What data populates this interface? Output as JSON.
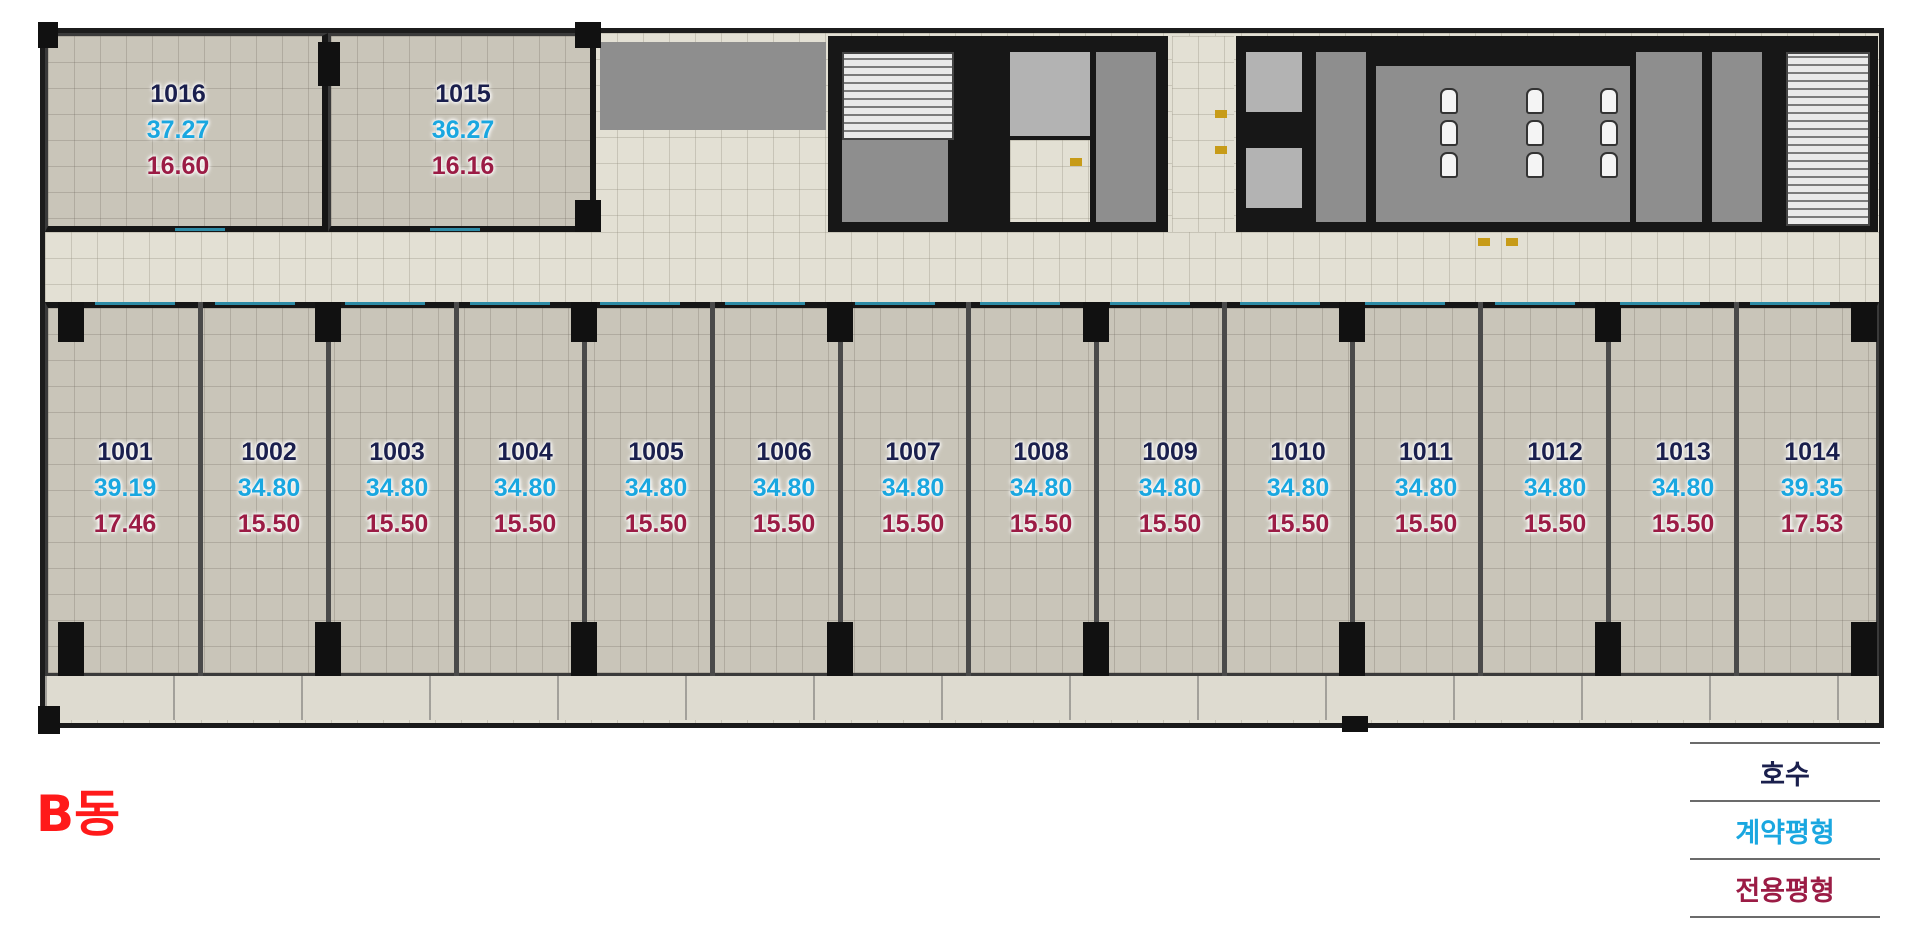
{
  "building_label": "B동",
  "legend": {
    "unit_label": "호수",
    "contract_label": "계약평형",
    "exclusive_label": "전용평형"
  },
  "colors": {
    "unit_number": "#1a1f4d",
    "contract_area": "#1aa7e0",
    "exclusive_area": "#9b1c45",
    "building_label": "#ff1a1a"
  },
  "top_units": [
    {
      "number": "1016",
      "contract": "37.27",
      "exclusive": "16.60"
    },
    {
      "number": "1015",
      "contract": "36.27",
      "exclusive": "16.16"
    }
  ],
  "bottom_units": [
    {
      "number": "1001",
      "contract": "39.19",
      "exclusive": "17.46"
    },
    {
      "number": "1002",
      "contract": "34.80",
      "exclusive": "15.50"
    },
    {
      "number": "1003",
      "contract": "34.80",
      "exclusive": "15.50"
    },
    {
      "number": "1004",
      "contract": "34.80",
      "exclusive": "15.50"
    },
    {
      "number": "1005",
      "contract": "34.80",
      "exclusive": "15.50"
    },
    {
      "number": "1006",
      "contract": "34.80",
      "exclusive": "15.50"
    },
    {
      "number": "1007",
      "contract": "34.80",
      "exclusive": "15.50"
    },
    {
      "number": "1008",
      "contract": "34.80",
      "exclusive": "15.50"
    },
    {
      "number": "1009",
      "contract": "34.80",
      "exclusive": "15.50"
    },
    {
      "number": "1010",
      "contract": "34.80",
      "exclusive": "15.50"
    },
    {
      "number": "1011",
      "contract": "34.80",
      "exclusive": "15.50"
    },
    {
      "number": "1012",
      "contract": "34.80",
      "exclusive": "15.50"
    },
    {
      "number": "1013",
      "contract": "34.80",
      "exclusive": "15.50"
    },
    {
      "number": "1014",
      "contract": "39.35",
      "exclusive": "17.53"
    }
  ]
}
